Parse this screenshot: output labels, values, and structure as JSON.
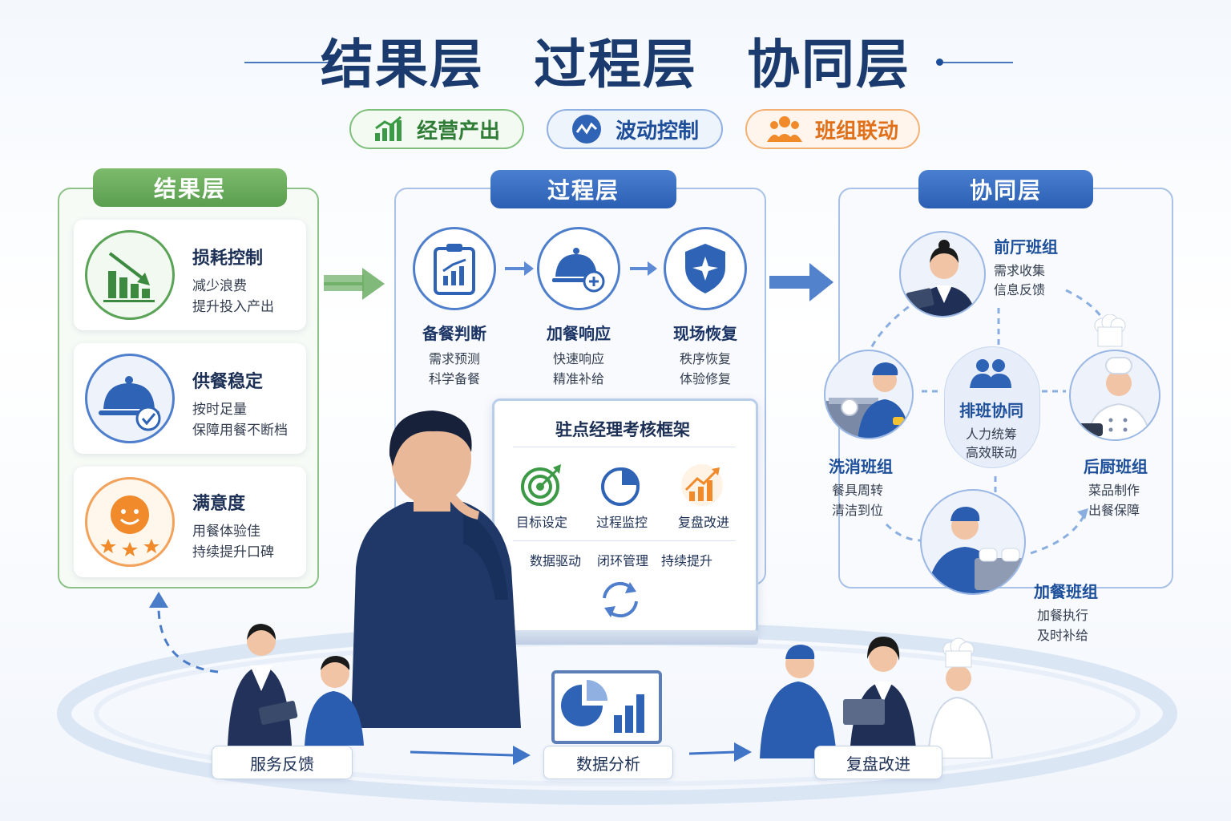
{
  "header": {
    "titles": [
      "结果层",
      "过程层",
      "协同层"
    ],
    "pills": [
      {
        "label": "经营产出",
        "icon": "growth-chart-icon",
        "color": "#3c9a47"
      },
      {
        "label": "波动控制",
        "icon": "wave-icon",
        "color": "#1e4d9a"
      },
      {
        "label": "班组联动",
        "icon": "team-icon",
        "color": "#e7781e"
      }
    ]
  },
  "colors": {
    "green": "#5aa357",
    "blue": "#2f63b6",
    "orange": "#f08a2a",
    "navy": "#1b3a6e"
  },
  "result_layer": {
    "tab": "结果层",
    "cards": [
      {
        "title": "损耗控制",
        "lines": [
          "减少浪费",
          "提升投入产出"
        ],
        "icon": "declining-bars-icon"
      },
      {
        "title": "供餐稳定",
        "lines": [
          "按时足量",
          "保障用餐不断档"
        ],
        "icon": "cloche-check-icon"
      },
      {
        "title": "满意度",
        "lines": [
          "用餐体验佳",
          "持续提升口碑"
        ],
        "icon": "smiley-stars-icon"
      }
    ]
  },
  "process_layer": {
    "tab": "过程层",
    "steps": [
      {
        "title": "备餐判断",
        "lines": [
          "需求预测",
          "科学备餐"
        ],
        "icon": "clipboard-chart-icon"
      },
      {
        "title": "加餐响应",
        "lines": [
          "快速响应",
          "精准补给"
        ],
        "icon": "cloche-plus-icon"
      },
      {
        "title": "现场恢复",
        "lines": [
          "秩序恢复",
          "体验修复"
        ],
        "icon": "shield-star-icon"
      }
    ],
    "framework": {
      "title": "驻点经理考核框架",
      "items": [
        {
          "label": "目标设定",
          "icon": "target-icon"
        },
        {
          "label": "过程监控",
          "icon": "pie-icon"
        },
        {
          "label": "复盘改进",
          "icon": "growth-chart-icon"
        }
      ],
      "tags": [
        "数据驱动",
        "闭环管理",
        "持续提升"
      ]
    }
  },
  "collab_layer": {
    "tab": "协同层",
    "center": {
      "title": "排班协同",
      "lines": [
        "人力统筹",
        "高效联动"
      ]
    },
    "teams": [
      {
        "title": "前厅班组",
        "lines": [
          "需求收集",
          "信息反馈"
        ]
      },
      {
        "title": "洗消班组",
        "lines": [
          "餐具周转",
          "清洁到位"
        ]
      },
      {
        "title": "后厨班组",
        "lines": [
          "菜品制作",
          "出餐保障"
        ]
      },
      {
        "title": "加餐班组",
        "lines": [
          "加餐执行",
          "及时补给"
        ]
      }
    ]
  },
  "bottom_loop": [
    "服务反馈",
    "数据分析",
    "复盘改进"
  ]
}
